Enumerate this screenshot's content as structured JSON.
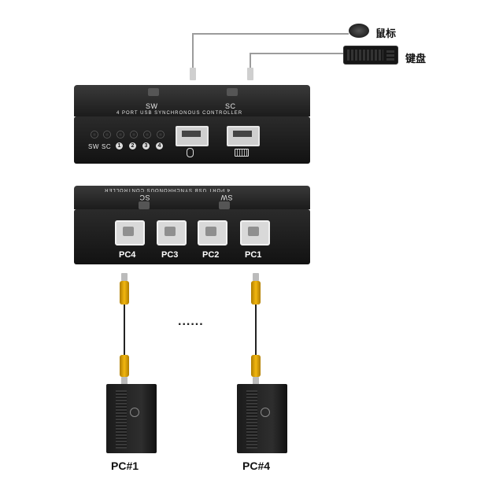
{
  "peripherals": {
    "mouse_label": "鼠标",
    "keyboard_label": "键盘"
  },
  "front_panel": {
    "sw_button": "SW",
    "sc_button": "SC",
    "model_text": "4 PORT USB SYNCHRONOUS CONTROLLER",
    "led_labels": [
      "SW",
      "SC"
    ],
    "port_numbers": [
      "1",
      "2",
      "3",
      "4"
    ]
  },
  "back_panel": {
    "model_text": "4 PORT USB SYNCHRONOUS CONTROLLER",
    "sw_button": "SW",
    "sc_button": "SC",
    "ports": [
      "PC4",
      "PC3",
      "PC2",
      "PC1"
    ]
  },
  "ellipsis": "......",
  "computers": [
    "PC#1",
    "PC#4"
  ],
  "colors": {
    "device": "#1a1a1a",
    "cable": "#9c9c9c",
    "usb_cable": "#f2b70f"
  }
}
